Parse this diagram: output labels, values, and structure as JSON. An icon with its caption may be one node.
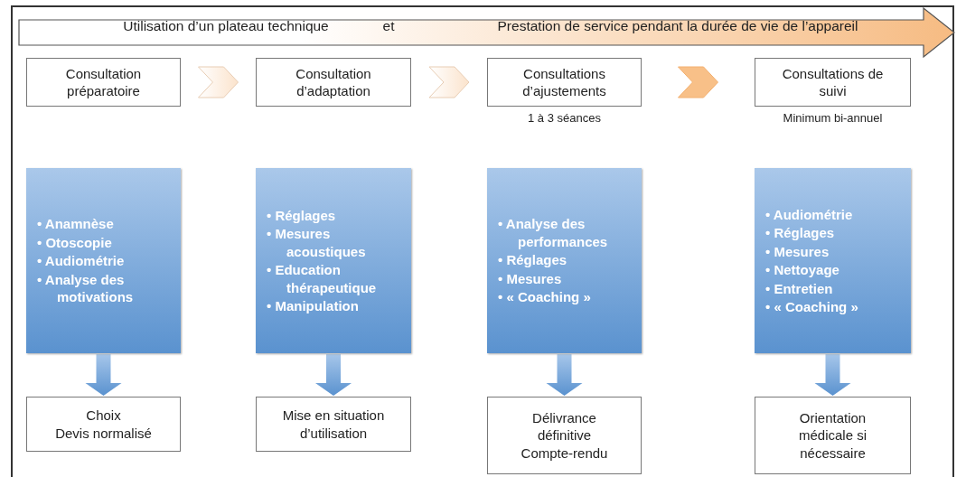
{
  "diagram": {
    "nodes": [
      {
        "text": [
          "Utilisation d’un plateau technique",
          "et",
          "Prestation de service pendant la durée de vie de l’appareil"
        ]
      },
      {
        "text": [
          "Consultation préparatoire"
        ]
      },
      {
        "text": [
          "Consultation d’adaptation"
        ]
      },
      {
        "text": [
          "Consultations d’ajustements"
        ],
        "beside": [
          "1 à 3 séances"
        ]
      },
      {
        "text": [
          "Consultations de suivi"
        ],
        "beside": [
          "Minimum bi-annuel"
        ]
      },
      {
        "text": [
          "• Anamnèse",
          "• Otoscopie",
          "• Audiométrie",
          "• Analyse des motivations"
        ]
      },
      {
        "text": [
          "• Réglages",
          "• Mesures acoustiques",
          "• Education thérapeutique",
          "• Manipulation"
        ]
      },
      {
        "text": [
          "• Analyse des performances",
          "• Réglages",
          "• Mesures",
          "• « Coaching »"
        ]
      },
      {
        "text": [
          "• Audiométrie",
          "• Réglages",
          "• Mesures",
          "• Nettoyage",
          "• Entretien",
          "• « Coaching »"
        ]
      },
      {
        "text": [
          "Choix",
          "Devis normalisé"
        ]
      },
      {
        "text": [
          "Mise en situation d’utilisation"
        ]
      },
      {
        "text": [
          "Délivrance définitive",
          "Compte-rendu"
        ]
      },
      {
        "text": [
          "Orientation médicale si nécessaire"
        ]
      }
    ],
    "edges": [
      {
        "from": 1,
        "to": 2,
        "arrow": "to"
      },
      {
        "from": 2,
        "to": 3,
        "arrow": "to"
      },
      {
        "from": 3,
        "to": 4,
        "arrow": "to",
        "color": "#f8c088"
      },
      {
        "from": 5,
        "to": 9,
        "arrow": "to"
      },
      {
        "from": 6,
        "to": 10,
        "arrow": "to"
      },
      {
        "from": 7,
        "to": 11,
        "arrow": "to"
      },
      {
        "from": 8,
        "to": 12,
        "arrow": "to"
      }
    ]
  }
}
